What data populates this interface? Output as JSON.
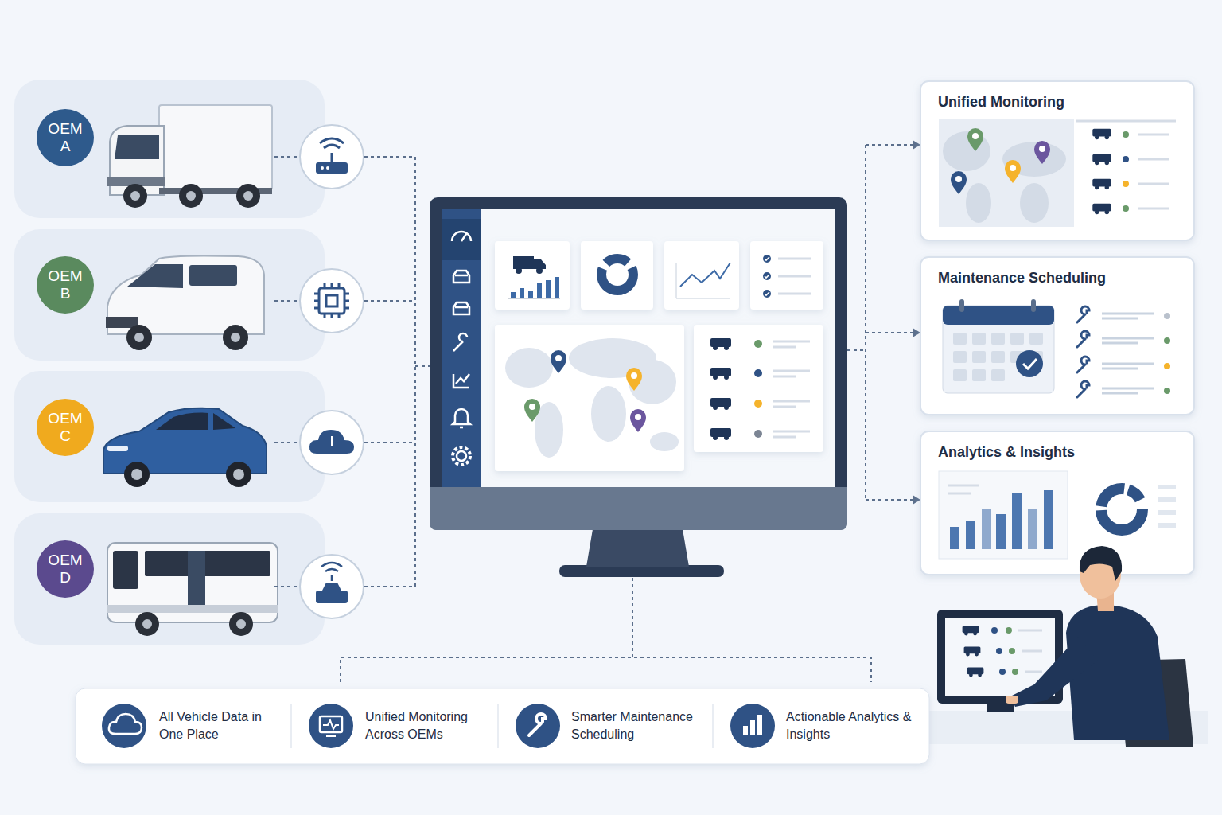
{
  "diagram": {
    "nodes": [
      {
        "text": [
          "OEM A"
        ]
      },
      {
        "text": [
          "OEM B"
        ]
      },
      {
        "text": [
          "OEM C"
        ]
      },
      {
        "text": [
          "OEM D"
        ]
      },
      {
        "text": [
          "Unified Monitoring"
        ]
      },
      {
        "text": [
          "Maintenance Scheduling"
        ]
      },
      {
        "text": [
          "Analytics & Insights"
        ]
      },
      {
        "text": [
          "All Vehicle Data in One Place"
        ]
      },
      {
        "text": [
          "Unified Monitoring Across OEMs"
        ]
      },
      {
        "text": [
          "Smarter Maintenance Scheduling"
        ]
      },
      {
        "text": [
          "Actionable Analytics & Insights"
        ]
      }
    ]
  }
}
